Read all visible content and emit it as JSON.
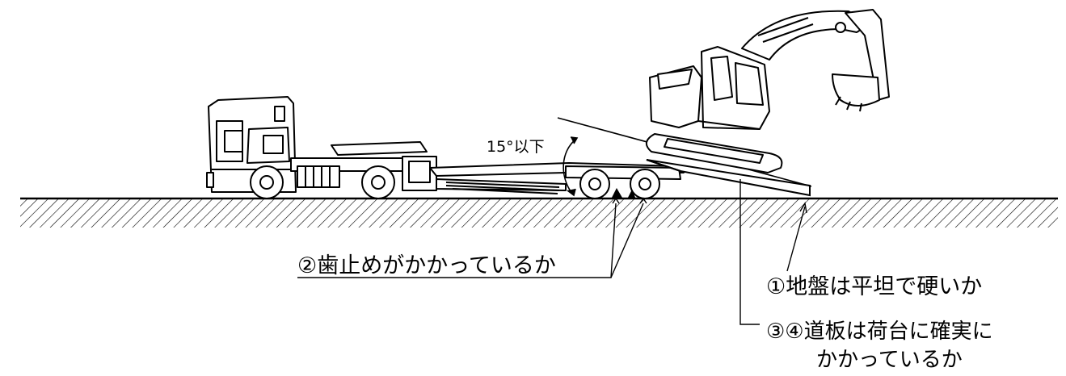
{
  "diagram": {
    "angle_label": "15°以下",
    "check_chock": "②歯止めがかかっているか",
    "check_ground": "①地盤は平坦で硬いか",
    "check_ramp_line1": "③④道板は荷台に確実に",
    "check_ramp_line2": "かかっているか",
    "icons": [
      "truck-icon",
      "excavator-icon",
      "ramp-icon",
      "ground-hatch-icon",
      "wheel-chock-icon"
    ],
    "colors": {
      "line": "#000000",
      "background": "#ffffff"
    }
  }
}
